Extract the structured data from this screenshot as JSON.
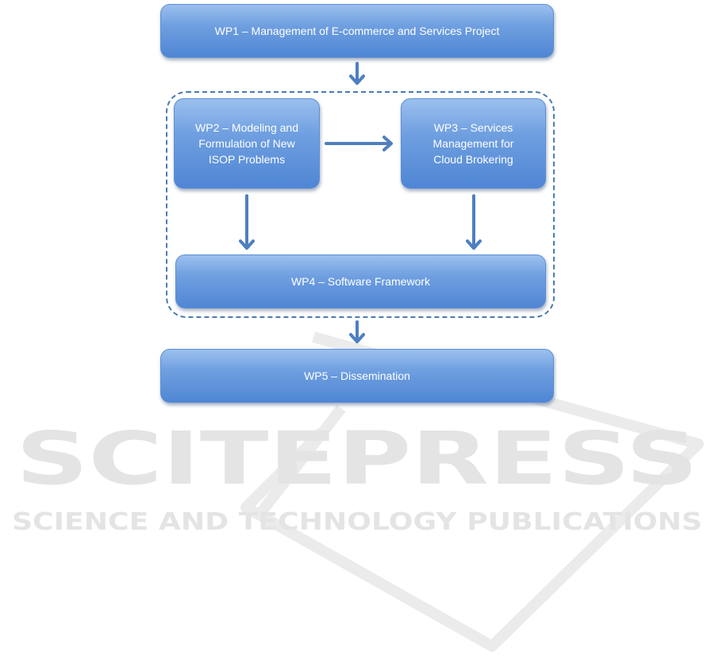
{
  "diagram": {
    "nodes": [
      {
        "id": "wp1",
        "label": "WP1 – Management of E-commerce and Services Project"
      },
      {
        "id": "wp2",
        "label": "WP2 – Modeling and Formulation of New ISOP Problems"
      },
      {
        "id": "wp3",
        "label": "WP3 – Services Management for Cloud Brokering"
      },
      {
        "id": "wp4",
        "label": "WP4 – Software Framework"
      },
      {
        "id": "wp5",
        "label": "WP5 – Dissemination"
      }
    ],
    "edges": [
      {
        "from": "wp1",
        "to": "group"
      },
      {
        "from": "wp2",
        "to": "wp3"
      },
      {
        "from": "wp2",
        "to": "wp4"
      },
      {
        "from": "wp3",
        "to": "wp4"
      },
      {
        "from": "group",
        "to": "wp5"
      }
    ],
    "group": {
      "members": [
        "wp2",
        "wp3",
        "wp4"
      ],
      "style": "dashed"
    }
  },
  "labels": {
    "wp1": "WP1 – Management of E-commerce and Services Project",
    "wp2_line1": "WP2 – Modeling and",
    "wp2_line2": "Formulation of New",
    "wp2_line3": "ISOP Problems",
    "wp3_line1": "WP3 – Services",
    "wp3_line2": "Management for",
    "wp3_line3": "Cloud Brokering",
    "wp4": "WP4 – Software Framework",
    "wp5": "WP5 – Dissemination"
  },
  "watermark": {
    "title": "SCITEPRESS",
    "subtitle": "SCIENCE AND TECHNOLOGY PUBLICATIONS"
  },
  "colors": {
    "box_top": "#9cc0ee",
    "box_bottom": "#4f86d4",
    "arrow": "#4f7fc0",
    "dashed_frame": "#4a7ab0",
    "watermark": "#e6e6e6"
  }
}
